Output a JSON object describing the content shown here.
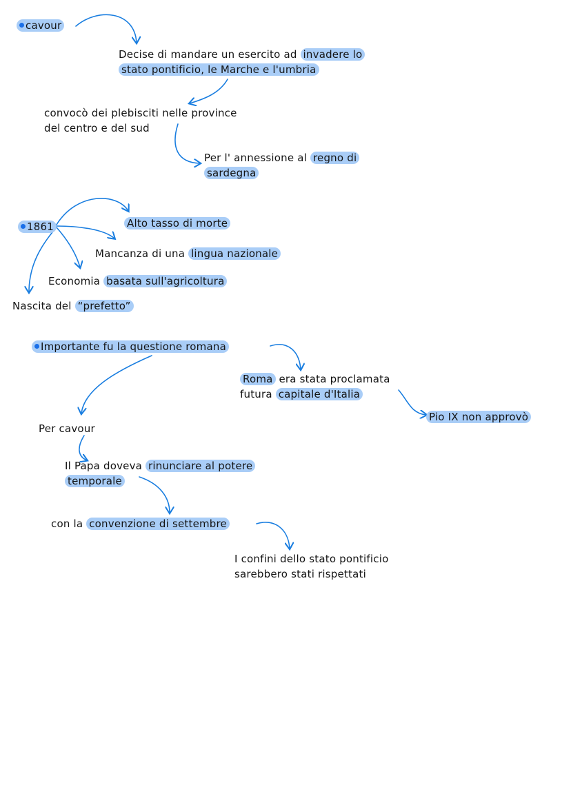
{
  "colors": {
    "ink": "#141414",
    "highlight": "#a9cdf7",
    "arrow": "#1a7ee0",
    "bullet": "#1a6fe8"
  },
  "section1": {
    "cavour": "cavour",
    "decise": {
      "l1a": "Decise di mandare un esercito ad ",
      "l1b": "invadere lo",
      "l2": "stato pontificio, le Marche e l'umbria"
    },
    "convoco": {
      "l1": "convocò dei plebisciti nelle province",
      "l2": "del centro e del sud"
    },
    "annessione": {
      "l1a": "Per l' annessione al ",
      "l1b": "regno di",
      "l2": "sardegna"
    }
  },
  "section2": {
    "year": "1861",
    "alto_tasso": "Alto tasso di morte",
    "mancanza": {
      "a": "Mancanza di una ",
      "b": "lingua nazionale"
    },
    "economia": {
      "a": "Economia ",
      "b": "basata sull'agricoltura"
    },
    "nascita": {
      "a": "Nascita del ",
      "b": "“prefetto”"
    }
  },
  "section3": {
    "questione": "Importante fu la questione romana",
    "roma": {
      "l1a": "Roma",
      "l1b": " era stata proclamata",
      "l2a": "futura ",
      "l2b": "capitale d'Italia"
    },
    "pio": "Pio IX non approvò",
    "per_cavour": "Per cavour",
    "papa": {
      "l1a": "Il Papa doveva ",
      "l1b": "rinunciare al potere",
      "l2": "temporale"
    },
    "convenzione": {
      "a": "con la ",
      "b": "convenzione di settembre"
    },
    "confini": {
      "l1": "I confini dello stato pontificio",
      "l2": "sarebbero stati rispettati"
    }
  }
}
